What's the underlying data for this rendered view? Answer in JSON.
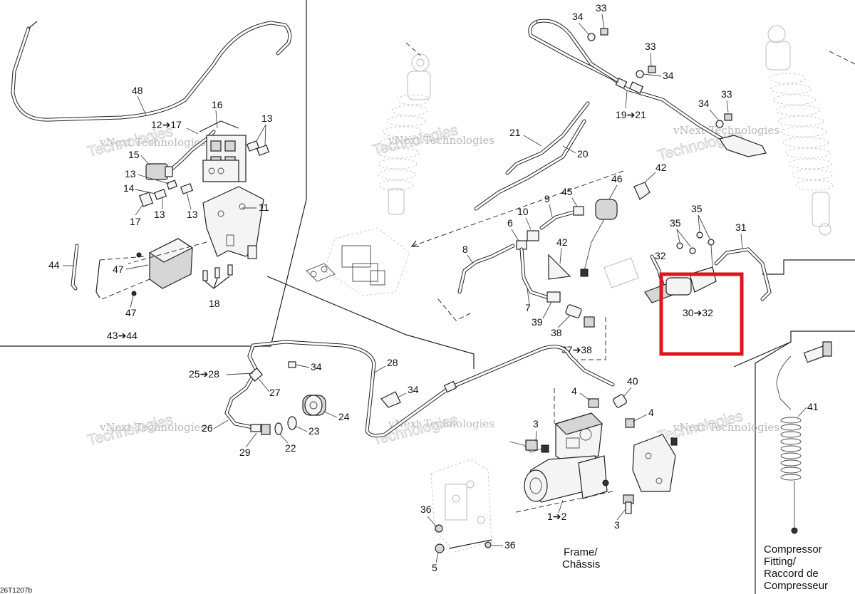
{
  "diagram": {
    "drawing_code": "26T1207b",
    "watermark": {
      "line1": "vNext Technologies",
      "line2": "Technologies"
    },
    "callouts": {
      "c1_2": "1➔2",
      "c3a": "3",
      "c3b": "3",
      "c4a": "4",
      "c4b": "4",
      "c5": "5",
      "c6": "6",
      "c7": "7",
      "c8": "8",
      "c9": "9",
      "c10": "10",
      "c11": "11",
      "c12_17": "12➔17",
      "c13a": "13",
      "c13b": "13",
      "c13c": "13",
      "c13d": "13",
      "c14": "14",
      "c15": "15",
      "c16": "16",
      "c17": "17",
      "c18": "18",
      "c19_21": "19➔21",
      "c20": "20",
      "c21": "21",
      "c22": "22",
      "c23": "23",
      "c24": "24",
      "c25_28": "25➔28",
      "c26": "26",
      "c27": "27",
      "c28": "28",
      "c29": "29",
      "c30_32": "30➔32",
      "c31": "31",
      "c32": "32",
      "c33a": "33",
      "c33b": "33",
      "c33c": "33",
      "c34a": "34",
      "c34b": "34",
      "c34c": "34",
      "c34d": "34",
      "c34e": "34",
      "c35a": "35",
      "c35b": "35",
      "c36a": "36",
      "c36b": "36",
      "c37_38": "37➔38",
      "c38": "38",
      "c39": "39",
      "c40": "40",
      "c41": "41",
      "c42a": "42",
      "c42b": "42",
      "c43_44": "43➔44",
      "c44": "44",
      "c45": "45",
      "c46": "46",
      "c47a": "47",
      "c47b": "47",
      "c48": "48"
    },
    "frame_label": {
      "line1": "Frame/",
      "line2": "Châssis"
    },
    "compressor_label": {
      "line1": "Compressor",
      "line2": "Fitting/",
      "line3": "Raccord de",
      "line4": "Compresseur"
    },
    "highlight": {
      "color": "#e0141e",
      "target": "30➔32"
    }
  }
}
